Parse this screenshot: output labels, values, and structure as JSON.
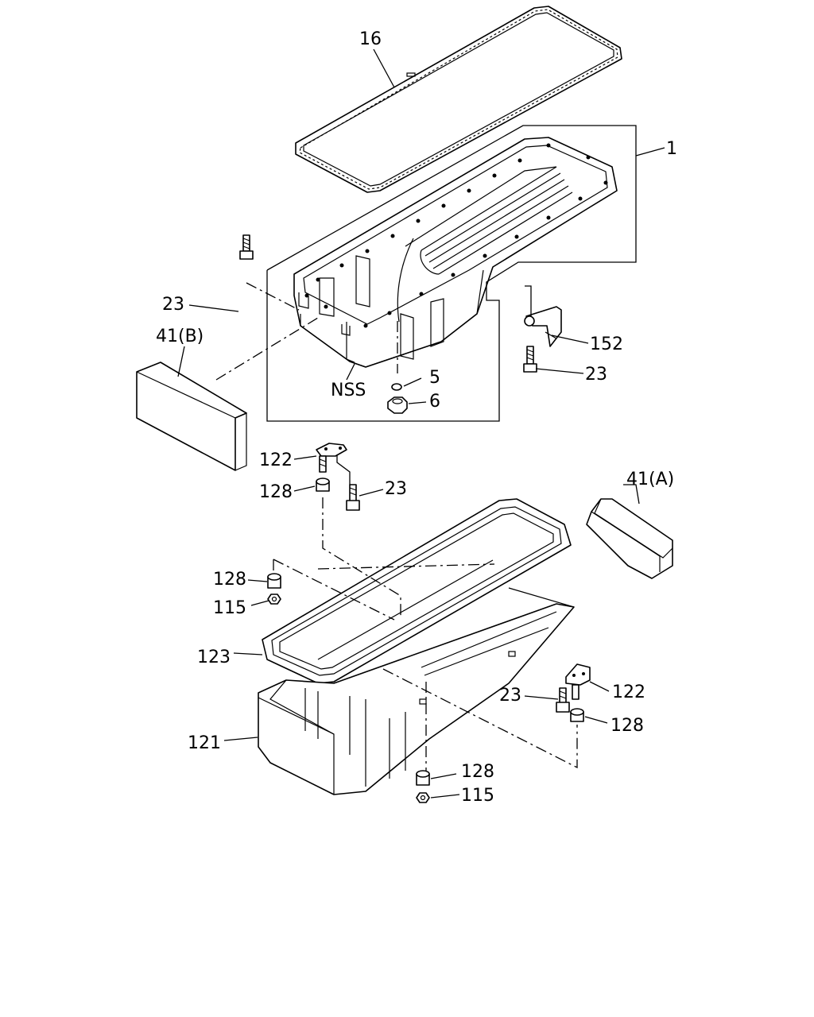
{
  "diagram": {
    "callouts": {
      "gasket_top": "16",
      "oil_pan_assembly": "1",
      "bolt_upper_left": "23",
      "cover_b": "41(B)",
      "bracket_152": "152",
      "bolt_upper_right": "23",
      "not_serviced": "NSS",
      "washer": "5",
      "drain_plug": "6",
      "bracket_122_upper": "122",
      "bolt_mid": "23",
      "grommet_128_upper": "128",
      "cover_a": "41(A)",
      "grommet_128_left": "128",
      "nut_115_left": "115",
      "gasket_123": "123",
      "bolt_lower_right": "23",
      "bracket_122_lower": "122",
      "grommet_128_right": "128",
      "lower_pan": "121",
      "grommet_128_bottom": "128",
      "nut_115_bottom": "115"
    }
  }
}
